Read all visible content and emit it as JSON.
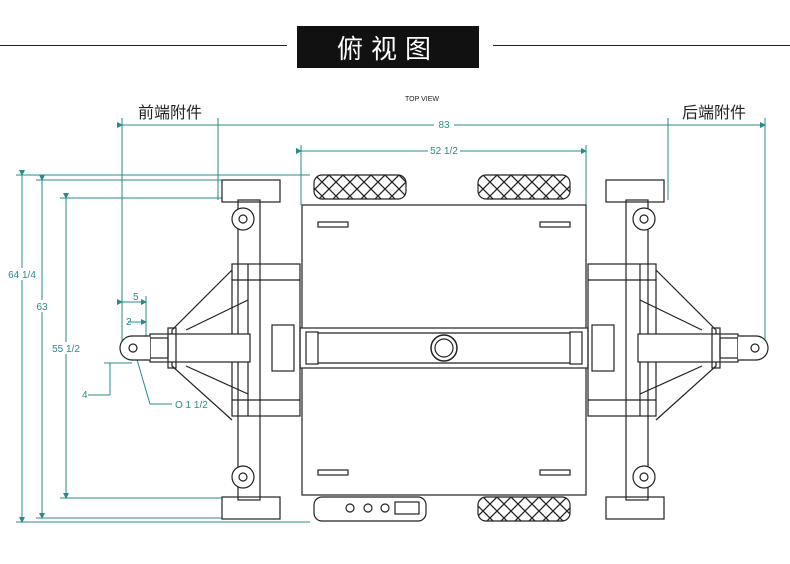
{
  "header": {
    "title": "俯视图"
  },
  "drawing": {
    "view_label": "TOP VIEW",
    "front_attachment_label": "前端附件",
    "rear_attachment_label": "后端附件",
    "dims": {
      "overall_length": "83",
      "wheel_span": "52 1/2",
      "overall_width": "64 1/4",
      "width_63": "63",
      "width_55": "55 1/2",
      "dim_5": "5",
      "dim_2": "2",
      "dim_4": "4",
      "hole_dia": "O 1 1/2"
    },
    "colors": {
      "dimension": "#2a8a8a",
      "line": "#222222"
    }
  }
}
